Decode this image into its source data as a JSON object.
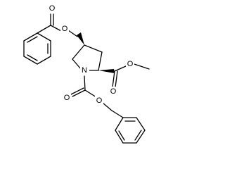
{
  "molecule": {
    "atoms": [
      {
        "id": "o_carbonyl_benzoyl",
        "label": "O"
      },
      {
        "id": "o_ester_benzoyl",
        "label": "O"
      },
      {
        "id": "n_ring",
        "label": "N"
      },
      {
        "id": "o_carbonyl_methyl_ester",
        "label": "O"
      },
      {
        "id": "o_methyl_ester",
        "label": "O"
      },
      {
        "id": "o_carbonyl_cbz",
        "label": "O"
      },
      {
        "id": "o_cbz",
        "label": "O"
      }
    ]
  }
}
